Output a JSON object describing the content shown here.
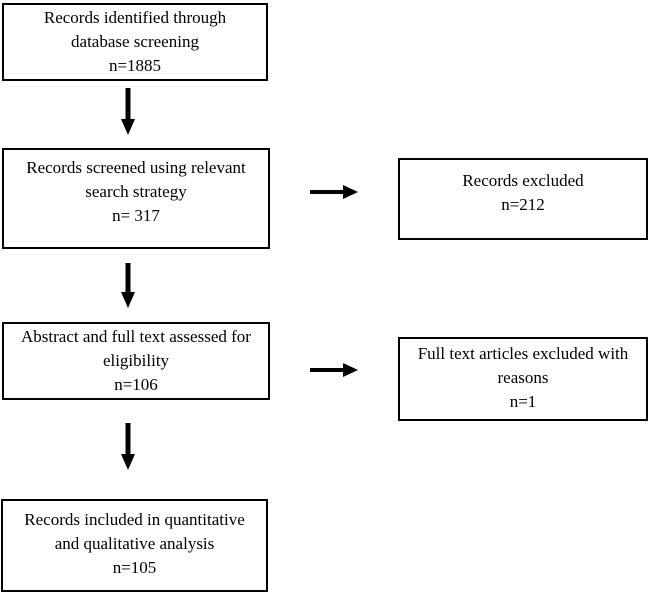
{
  "diagram": {
    "type": "prisma-flow",
    "colors": {
      "background": "#ffffff",
      "box_fill": "#ffffff",
      "box_border": "#000000",
      "text": "#000000",
      "arrow": "#000000"
    },
    "boxes": {
      "identified": {
        "lines": [
          "Records identified through",
          "database screening",
          "n=1885"
        ]
      },
      "screened": {
        "lines": [
          "Records screened using relevant",
          "search strategy",
          "n= 317"
        ]
      },
      "excluded": {
        "lines": [
          "Records excluded",
          "n=212"
        ]
      },
      "assessed": {
        "lines": [
          "Abstract and full text assessed for",
          "eligibility",
          "n=106"
        ]
      },
      "fulltext_excluded": {
        "lines": [
          "Full text articles excluded with",
          "reasons",
          "n=1"
        ]
      },
      "included": {
        "lines": [
          "Records included in quantitative",
          "and qualitative analysis",
          "n=105"
        ]
      }
    },
    "arrows": [
      {
        "name": "down-arrow-identified-to-screened"
      },
      {
        "name": "down-arrow-screened-to-assessed"
      },
      {
        "name": "down-arrow-assessed-to-included"
      },
      {
        "name": "right-arrow-screened-to-excluded"
      },
      {
        "name": "right-arrow-assessed-to-fulltext-excluded"
      }
    ]
  }
}
